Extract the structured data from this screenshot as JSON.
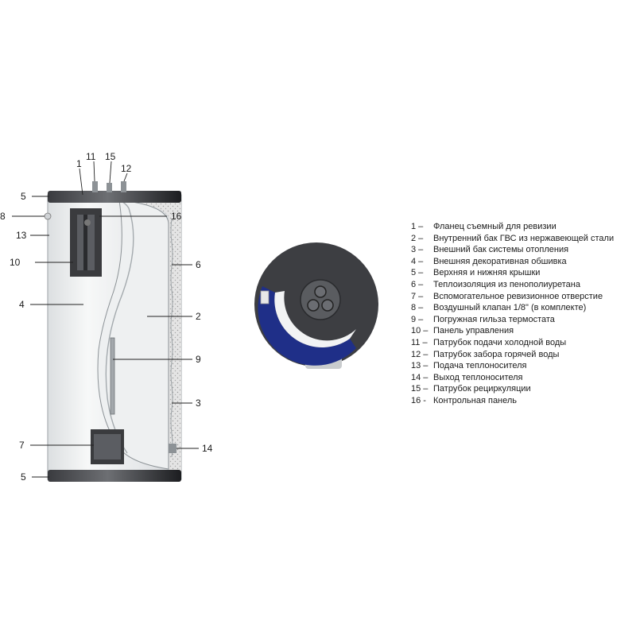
{
  "colors": {
    "shell": "#e9ebec",
    "cap": "#2a2b2e",
    "accent_blue": "#1f2f88",
    "insulation": "#cfcfcf"
  },
  "callouts": {
    "c1": "1",
    "c2": "2",
    "c3": "3",
    "c4": "4",
    "c5_top": "5",
    "c5_bottom": "5",
    "c6": "6",
    "c7": "7",
    "c8": "8",
    "c9": "9",
    "c10": "10",
    "c11": "11",
    "c12": "12",
    "c13": "13",
    "c14": "14",
    "c15": "15",
    "c16": "16"
  },
  "legend": [
    {
      "num": "1 –",
      "text": "Фланец съемный для ревизии"
    },
    {
      "num": "2 –",
      "text": "Внутренний бак ГВС из нержавеющей стали"
    },
    {
      "num": "3 –",
      "text": "Внешний бак системы отопления"
    },
    {
      "num": "4 –",
      "text": "Внешняя декоративная обшивка"
    },
    {
      "num": "5 –",
      "text": "Верхняя и нижняя крышки"
    },
    {
      "num": "6 –",
      "text": "Теплоизоляция из пенополиуретана"
    },
    {
      "num": "7 –",
      "text": "Вспомогательное ревизионное отверстие"
    },
    {
      "num": "8 –",
      "text": "Воздушный клапан 1/8\"  (в комплекте)"
    },
    {
      "num": "9 –",
      "text": "Погружная гильза термостата"
    },
    {
      "num": "10 –",
      "text": "Панель управления"
    },
    {
      "num": "11 –",
      "text": "Патрубок подачи холодной воды"
    },
    {
      "num": "12 –",
      "text": "Патрубок забора горячей воды"
    },
    {
      "num": "13 –",
      "text": "Подача теплоносителя"
    },
    {
      "num": "14 –",
      "text": "Выход теплоносителя"
    },
    {
      "num": "15 –",
      "text": "Патрубок рециркуляции"
    },
    {
      "num": "16 -",
      "text": "Контрольная панель"
    }
  ]
}
